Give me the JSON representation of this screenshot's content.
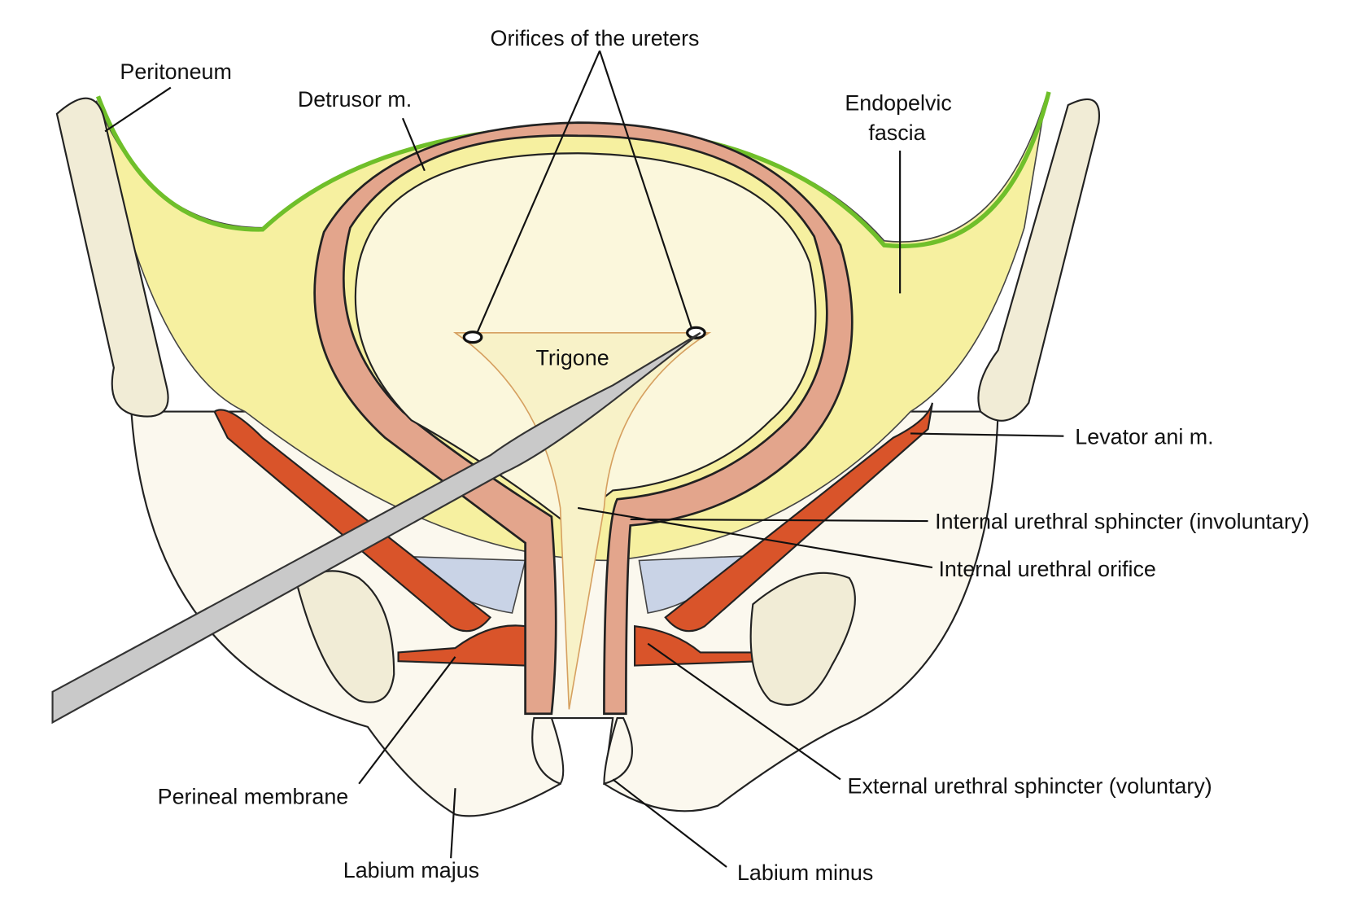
{
  "labels": {
    "peritoneum": "Peritoneum",
    "orifices_ureters": "Orifices of the ureters",
    "detrusor": "Detrusor m.",
    "endopelvic_1": "Endopelvic",
    "endopelvic_2": "fascia",
    "trigone": "Trigone",
    "levator_ani": "Levator ani m.",
    "internal_sphincter": "Internal urethral sphincter (involuntary)",
    "internal_orifice": "Internal urethral orifice",
    "external_sphincter": "External urethral sphincter (voluntary)",
    "perineal_membrane": "Perineal membrane",
    "labium_majus": "Labium majus",
    "labium_minus": "Labium minus"
  },
  "colors": {
    "fat": "#f6f0a0",
    "muscle_wall": "#e3a58c",
    "levator": "#d9542a",
    "bone": "#f1ecd6",
    "peritoneum": "#6fbf2a",
    "membrane": "#c9d3e6",
    "skin": "#fbf8ee"
  }
}
